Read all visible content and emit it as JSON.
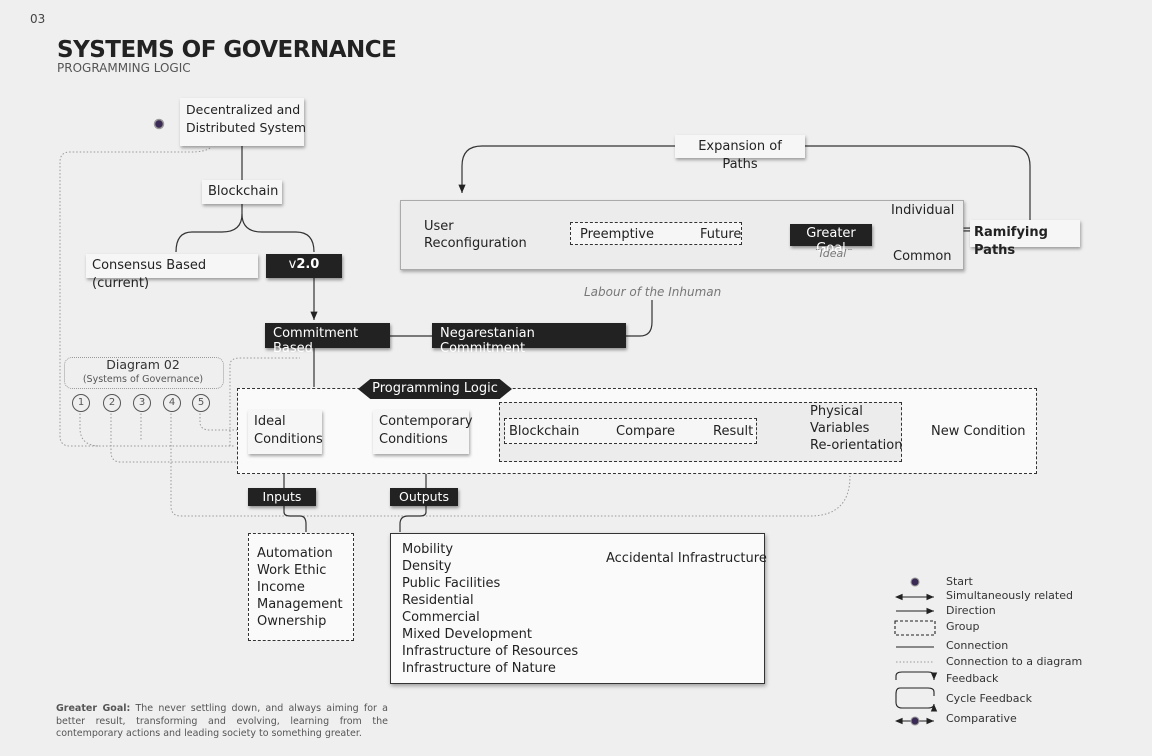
{
  "page_number": "03",
  "title": "SYSTEMS OF GOVERNANCE",
  "subtitle": "PROGRAMMING LOGIC",
  "nodes": {
    "decentralized": "Decentralized and\nDistributed System",
    "blockchain": "Blockchain",
    "consensus": "Consensus Based (current)",
    "v2_prefix": "v",
    "v2_strong": "2.0",
    "commitment": "Commitment Based",
    "negarestanian": "Negarestanian Commitment",
    "labour": "Labour of the Inhuman",
    "expansion": "Expansion of Paths",
    "user_reconfig": "User\nReconfiguration",
    "preemptive": "Preemptive",
    "future": "Future",
    "greater_goal": "Greater Goal",
    "ideal_quote": "¨Ideal¨",
    "individual": "Individual",
    "common": "Common",
    "equals": "=",
    "ramifying": "Ramifying Paths",
    "diagram_ref_title": "Diagram 02",
    "diagram_ref_sub": "(Systems of Governance)",
    "circles": [
      "1",
      "2",
      "3",
      "4",
      "5"
    ],
    "programming_logic": "Programming Logic",
    "ideal_conditions": "Ideal\nConditions",
    "contemporary_conditions": "Contemporary\nConditions",
    "pl_blockchain": "Blockchain",
    "compare": "Compare",
    "result": "Result",
    "physical": "Physical\nVariables\nRe-orientation",
    "new_condition": "New Condition",
    "inputs": "Inputs",
    "outputs": "Outputs",
    "accidental": "Accidental Infrastructure"
  },
  "inputs_list": [
    "Automation",
    "Work Ethic",
    "Income",
    "Management",
    "Ownership"
  ],
  "outputs_list": [
    "Mobility",
    "Density",
    "Public Facilities",
    "Residential",
    "Commercial",
    "Mixed Development",
    "Infrastructure of Resources",
    "Infrastructure of Nature"
  ],
  "legend": [
    {
      "label": "Start",
      "icon": "start-dot-icon"
    },
    {
      "label": "Simultaneously related",
      "icon": "double-arrow-icon"
    },
    {
      "label": "Direction",
      "icon": "arrow-icon"
    },
    {
      "label": "Group",
      "icon": "dashed-box-icon"
    },
    {
      "label": "Connection",
      "icon": "solid-line-icon"
    },
    {
      "label": "Connection to a diagram",
      "icon": "dotted-line-icon"
    },
    {
      "label": "Feedback",
      "icon": "feedback-icon"
    },
    {
      "label": "Cycle Feedback",
      "icon": "cycle-feedback-icon"
    },
    {
      "label": "Comparative",
      "icon": "comparative-icon"
    }
  ],
  "footnote_label": "Greater Goal:",
  "footnote_text": "The never settling down, and always aiming for a better result, transforming and evolving, learning from the contemporary actions and leading society to something greater.",
  "colors": {
    "accent_purple": "#7a3aa8",
    "dark_box": "#222222",
    "background": "#efefef"
  }
}
